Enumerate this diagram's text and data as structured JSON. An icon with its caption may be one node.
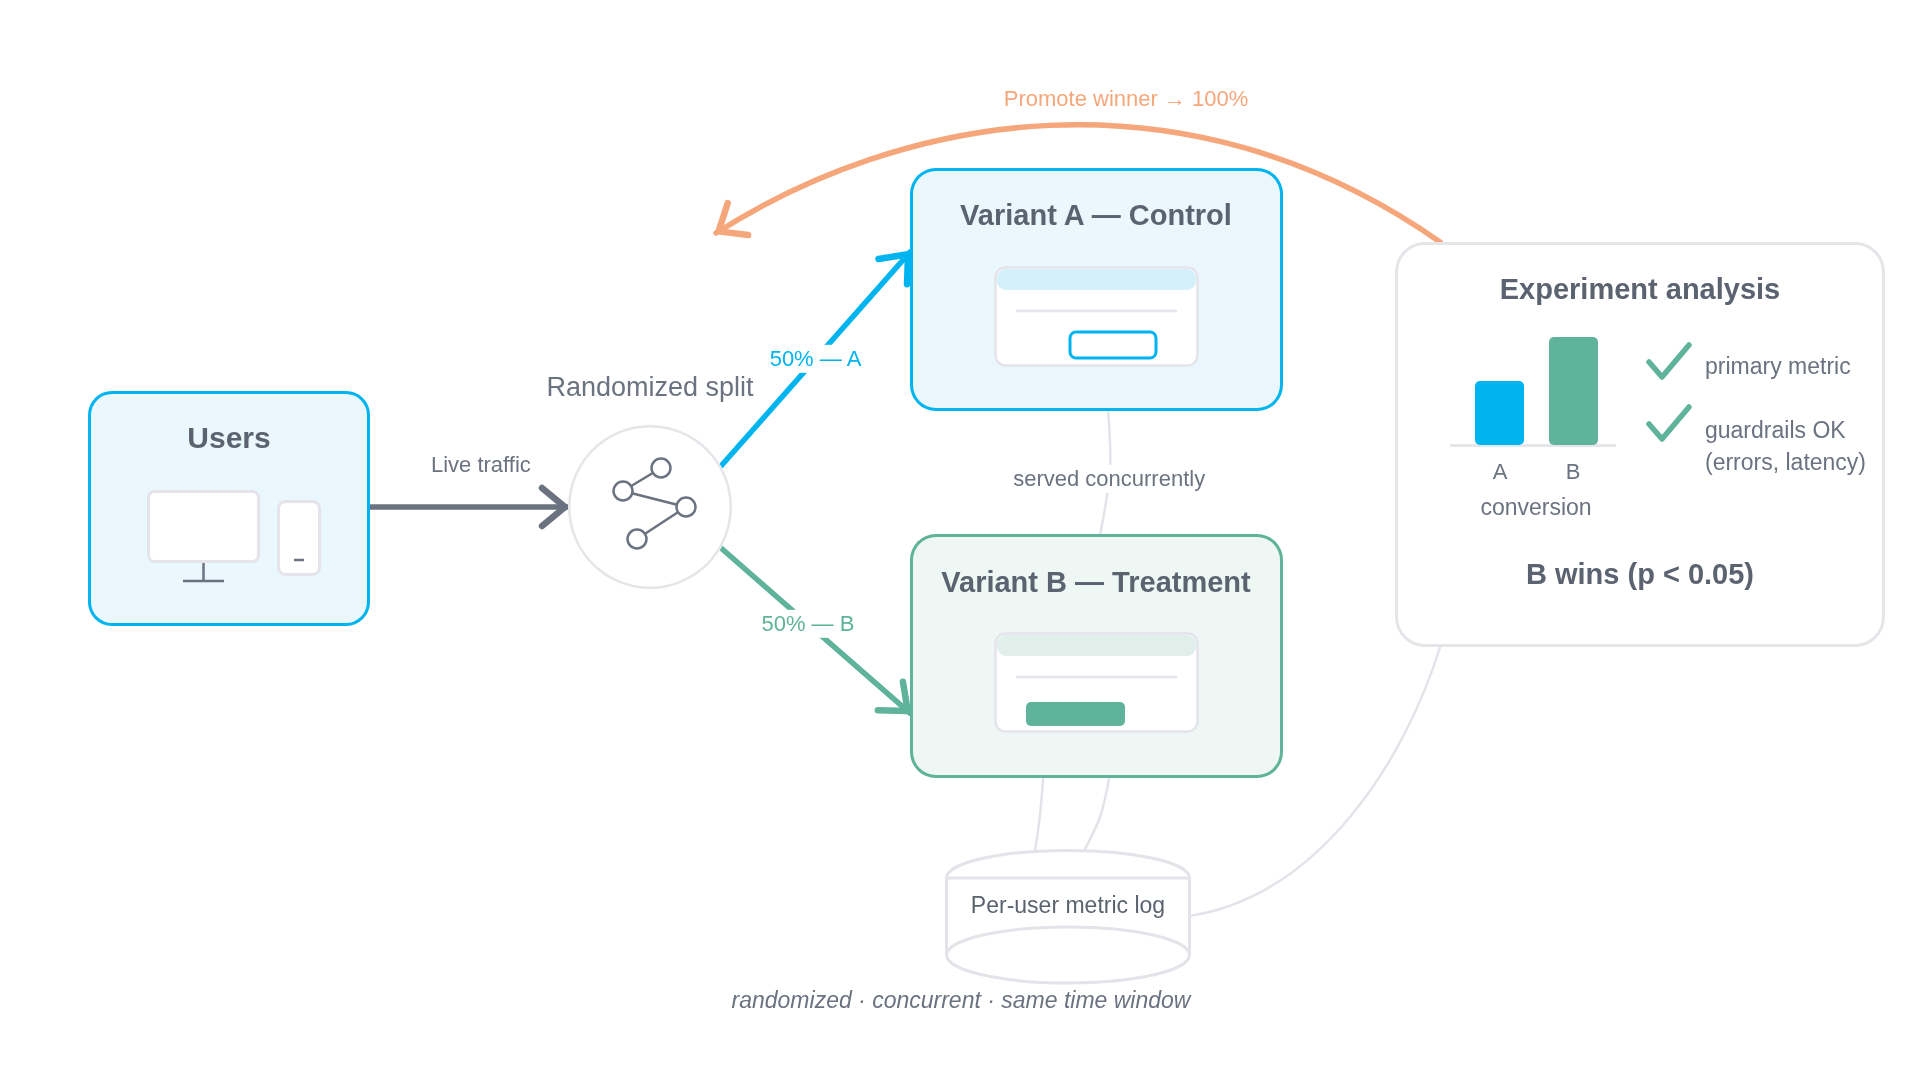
{
  "diagram": {
    "nodes": [
      {
        "text": [
          "Users"
        ]
      },
      {
        "text": [],
        "shape": "circle",
        "beside": [
          "Randomized split"
        ]
      },
      {
        "text": [
          "Variant A — Control"
        ]
      },
      {
        "text": [
          "Variant B — Treatment"
        ]
      },
      {
        "text": [
          "Per-user metric log"
        ]
      },
      {
        "text": [
          "Experiment analysis",
          "A",
          "B",
          "conversion",
          "primary metric",
          "guardrails OK (errors, latency)",
          "B wins (p < 0.05)"
        ]
      }
    ],
    "edges": [
      {
        "from": 0,
        "to": 1,
        "arrow": "to",
        "label": "Live traffic",
        "style": "thick",
        "color": "#6b7280"
      },
      {
        "from": 1,
        "to": 2,
        "arrow": "to",
        "label": "50% — A",
        "style": "thick",
        "color": "#00b4ef"
      },
      {
        "from": 1,
        "to": 3,
        "arrow": "to",
        "label": "50% — B",
        "style": "thick",
        "color": "#5fb39a"
      },
      {
        "from": 2,
        "to": 3,
        "arrow": "none",
        "label": "served concurrently"
      },
      {
        "from": 3,
        "to": 4,
        "arrow": "none"
      },
      {
        "from": 3,
        "to": 4,
        "arrow": "none"
      },
      {
        "from": 4,
        "to": 5,
        "arrow": "none"
      },
      {
        "from": 5,
        "to": null,
        "arrow": "to",
        "label": "Promote winner → 100%",
        "style": "thick",
        "color": "#f5a77b"
      }
    ],
    "caption": "randomized · concurrent · same time window"
  }
}
